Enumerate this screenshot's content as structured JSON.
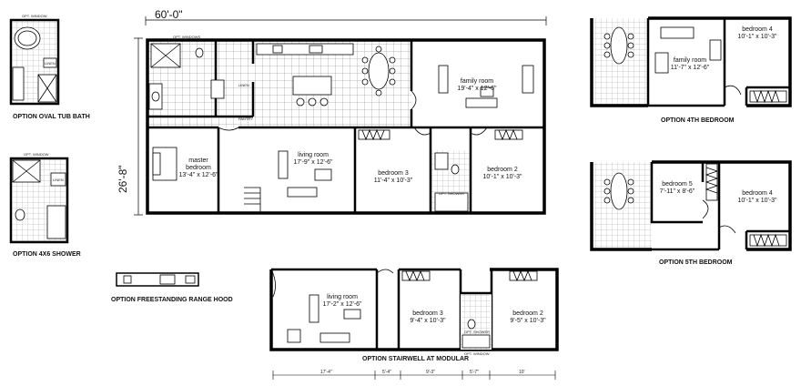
{
  "plan": {
    "overall_width": "60'-0\"",
    "overall_depth": "26'-8\"",
    "notes": {
      "opt_windows": "OPT. WINDOWS",
      "linen": "LINEN",
      "pantry": "PANTRY",
      "opt_shower": "OPT. SHOWER"
    },
    "rooms": {
      "family_room": {
        "name": "family room",
        "size": "19'-4\" x 12'-6\""
      },
      "living_room": {
        "name": "living room",
        "size": "17'-9\" x 12'-6\""
      },
      "master": {
        "name": "master bedroom",
        "name_line1": "master",
        "name_line2": "bedroom",
        "size": "13'-4\" x 12'-6\""
      },
      "bedroom3": {
        "name": "bedroom 3",
        "size": "11'-4\" x 10'-3\""
      },
      "bedroom2": {
        "name": "bedroom 2",
        "size": "10'-1\" x 10'-3\""
      }
    }
  },
  "options": {
    "oval_tub": {
      "caption": "OPTION OVAL TUB BATH",
      "opt_window": "OPT. WINDOW",
      "linen": "LINEN"
    },
    "shower_4x6": {
      "caption": "OPTION 4X6 SHOWER",
      "opt_window": "OPT. WINDOW",
      "linen": "LINEN"
    },
    "range_hood": {
      "caption": "OPTION FREESTANDING RANGE HOOD"
    },
    "stairwell": {
      "caption": "OPTION STAIRWELL AT MODULAR",
      "living_room": {
        "name": "living room",
        "size": "17'-2\" x 12'-6\""
      },
      "bedroom3": {
        "name": "bedroom 3",
        "size": "9'-4\" x 10'-3\""
      },
      "bedroom2": {
        "name": "bedroom 2",
        "size": "9'-5\" x 10'-3\""
      },
      "opt_shower": "OPT. SHOWER",
      "opt_window": "OPT. WINDOW",
      "dims": [
        "17'-4\"",
        "5'-4\"",
        "9'-3\"",
        "5'-7\"",
        "10'"
      ]
    },
    "fourth_bedroom": {
      "caption": "OPTION 4TH BEDROOM",
      "family_room": {
        "name": "family room",
        "size": "11'-7\" x 12'-6\""
      },
      "bedroom4": {
        "name": "bedroom 4",
        "size": "10'-1\" x 10'-3\""
      }
    },
    "fifth_bedroom": {
      "caption": "OPTION 5TH BEDROOM",
      "bedroom5": {
        "name": "bedroom 5",
        "size": "7'-11\" x 8'-6\""
      },
      "bedroom4": {
        "name": "bedroom 4",
        "size": "10'-1\" x 10'-3\""
      }
    }
  }
}
